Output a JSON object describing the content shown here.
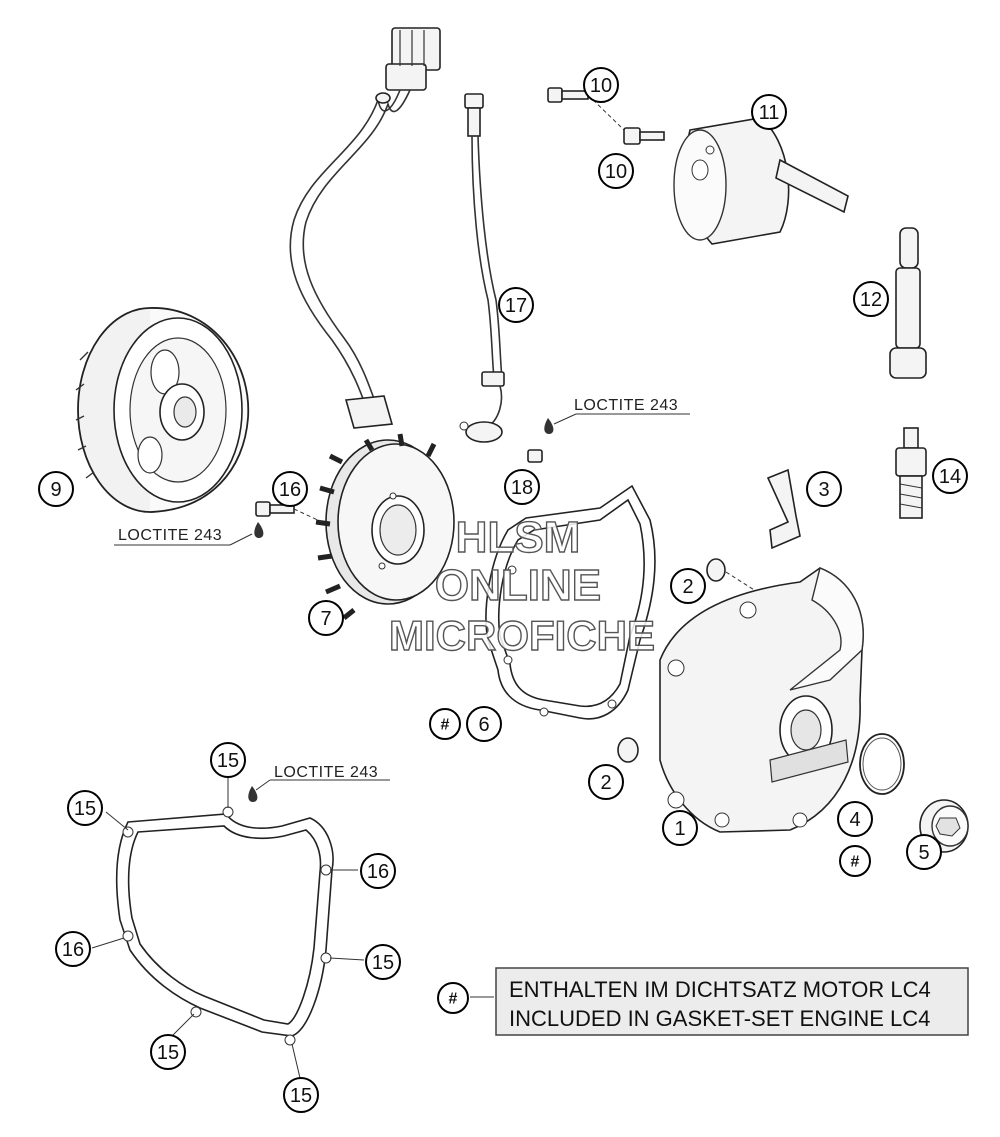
{
  "callouts": {
    "c1": "1",
    "c2a": "2",
    "c2b": "2",
    "c3": "3",
    "c4": "4",
    "c5": "5",
    "c6": "6",
    "c7": "7",
    "c9": "9",
    "c10a": "10",
    "c10b": "10",
    "c11": "11",
    "c12": "12",
    "c14": "14",
    "c15a": "15",
    "c15b": "15",
    "c15c": "15",
    "c15d": "15",
    "c15e": "15",
    "c16a": "16",
    "c16b": "16",
    "c16c": "16",
    "c17": "17",
    "c18": "18",
    "hash_a": "#",
    "hash_b": "#",
    "hash_c": "#"
  },
  "notes": {
    "loctite_a": "LOCTITE 243",
    "loctite_b": "LOCTITE 243",
    "loctite_c": "LOCTITE 243"
  },
  "watermark": {
    "line1": "HLSM",
    "line2": "ONLINE",
    "line3": "MICROFICHE"
  },
  "legend": {
    "line1": "ENTHALTEN IM DICHTSATZ MOTOR LC4",
    "line2": "INCLUDED IN GASKET-SET ENGINE LC4"
  }
}
